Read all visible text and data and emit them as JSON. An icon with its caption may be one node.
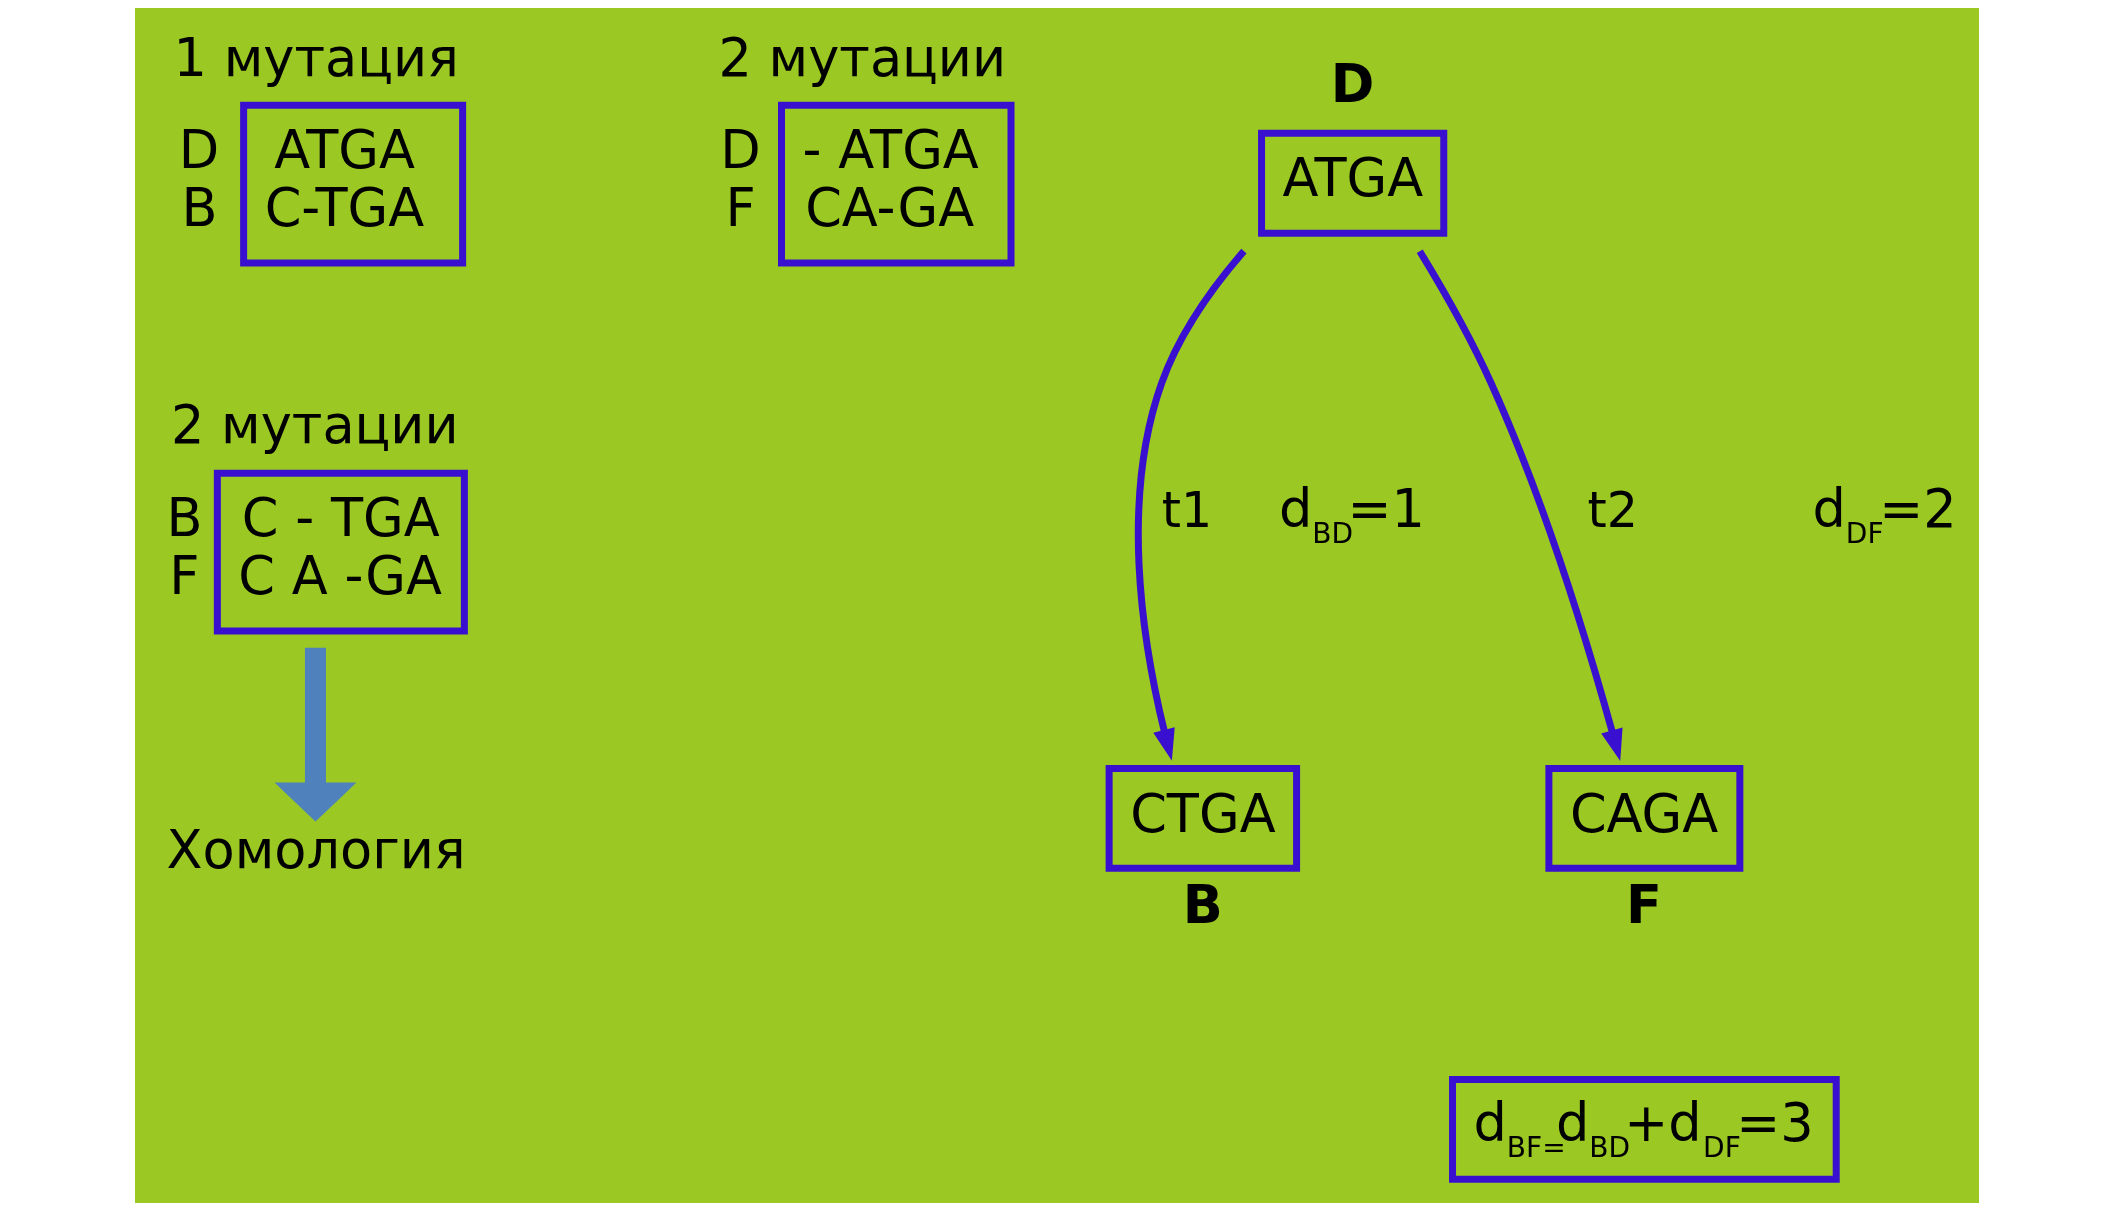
{
  "diagram": {
    "nodes": [
      {
        "text": [
          "1 мутация",
          "D",
          "B",
          "ATGA",
          "C-TGA"
        ]
      },
      {
        "text": [
          "2 мутации",
          "D",
          "F",
          "- ATGA",
          "CA-GA"
        ]
      },
      {
        "text": [
          "2 мутации",
          "B",
          "F",
          "C - TGA",
          "C A -GA"
        ]
      },
      {
        "text": [
          "Хомология"
        ]
      },
      {
        "text": [
          "ATGA"
        ],
        "beside": [
          "D"
        ]
      },
      {
        "text": [
          "CTGA"
        ],
        "beside": [
          "B"
        ]
      },
      {
        "text": [
          "CAGA"
        ],
        "beside": [
          "F"
        ]
      },
      {
        "text": [
          "d$_{BF=}$d$_{BD}$+d$_{DF}$=3"
        ]
      }
    ],
    "edges": [
      {
        "from": 2,
        "to": 3,
        "arrow": "to",
        "style": "thick",
        "color": "#4f81bd"
      },
      {
        "from": 4,
        "to": 5,
        "arrow": "to",
        "label": "t1"
      },
      {
        "from": 4,
        "to": 6,
        "arrow": "to",
        "label": "t2"
      }
    ],
    "labels": [
      "d$_{BD}$=1",
      "d$_{DF}$=2"
    ]
  }
}
